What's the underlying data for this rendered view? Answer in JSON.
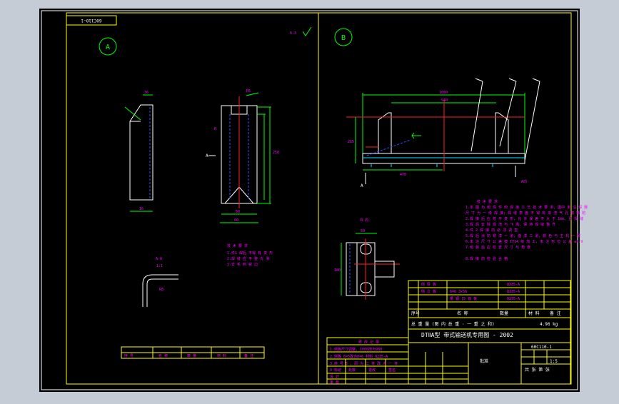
{
  "colors": {
    "canvas": "#c6ccd6",
    "sheet": "#000000",
    "frame": "#ffff00",
    "outline": "#ffffff",
    "dimension": "#00ff00",
    "centerline": "#ff2020",
    "hidden": "#3050ff",
    "annotation": "#ff00ff"
  },
  "drawing_number": "60C110-1",
  "view_a_label": "A",
  "view_b_label": "B",
  "section_label": "A-A",
  "section_scale": "1:1",
  "b_view_caption": "B 向",
  "tech_requirements_title": "技 术 要 求",
  "title_block": {
    "title": "DTⅡA型 带式输送机专用图 - 2002",
    "seq_header": "序号",
    "name_header": "名 称",
    "qty_header": "数量",
    "material_header": "材 料",
    "note_header": "备 注",
    "totals_row": "总 重 量   (图 内 总 重 · 一 重 之 和)",
    "weight": "4.96 kg",
    "drawing_code": "60C110-1",
    "approval": "批准",
    "scale": "1:5",
    "sheet": "共 张 第 张"
  },
  "revision_title": "修 改 记 录"
}
